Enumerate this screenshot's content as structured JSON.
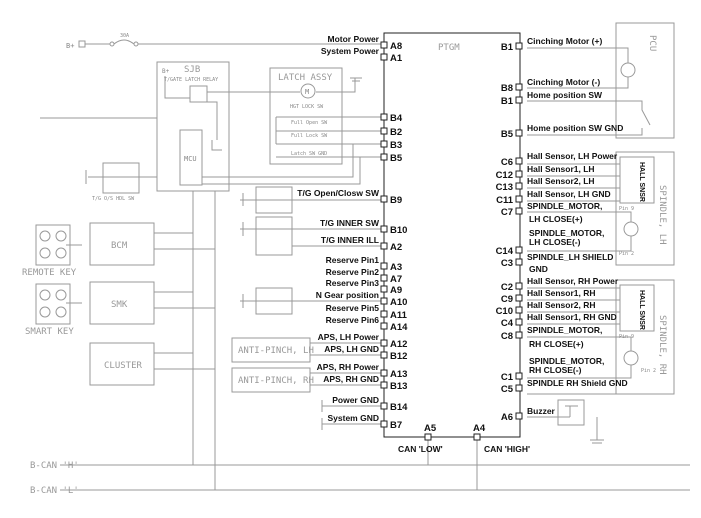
{
  "module": {
    "name": "PTGM"
  },
  "supply": {
    "bplus": "B+",
    "fuse": "30A"
  },
  "sjb": {
    "title": "SJB",
    "bplus": "B+",
    "relay": "T/GATE LATCH RELAY",
    "mcu": "MCU"
  },
  "latch": {
    "title": "LATCH ASSY",
    "motor": "M",
    "sw1": "HGT LOCK SW",
    "sw2": "Full Open SW",
    "sw3": "Full Lock SW",
    "sw4": "Latch SW GND"
  },
  "outside_handle": "T/G O/S HDL SW",
  "blocks": {
    "bcm": "BCM",
    "smk": "SMK",
    "cluster": "CLUSTER",
    "remote_key": "REMOTE KEY",
    "smart_key": "SMART KEY",
    "anti_pinch_lh": "ANTI-PINCH, LH",
    "anti_pinch_rh": "ANTI-PINCH, RH"
  },
  "left_pins": [
    {
      "pin": "A8",
      "label": "Motor Power"
    },
    {
      "pin": "A1",
      "label": "System Power"
    },
    {
      "pin": "B4",
      "label": ""
    },
    {
      "pin": "B2",
      "label": ""
    },
    {
      "pin": "B3",
      "label": ""
    },
    {
      "pin": "B5",
      "label": ""
    },
    {
      "pin": "B9",
      "label": "T/G Open/Closw SW"
    },
    {
      "pin": "B10",
      "label": "T/G INNER SW"
    },
    {
      "pin": "A2",
      "label": "T/G INNER ILL"
    },
    {
      "pin": "A3",
      "label": "Reserve Pin1"
    },
    {
      "pin": "A7",
      "label": "Reserve Pin2"
    },
    {
      "pin": "A9",
      "label": "Reserve Pin3"
    },
    {
      "pin": "A10",
      "label": "N Gear position"
    },
    {
      "pin": "A11",
      "label": "Reserve Pin5"
    },
    {
      "pin": "A14",
      "label": "Reserve Pin6"
    },
    {
      "pin": "A12",
      "label": "APS, LH Power"
    },
    {
      "pin": "B12",
      "label": "APS, LH GND"
    },
    {
      "pin": "A13",
      "label": "APS, RH Power"
    },
    {
      "pin": "B13",
      "label": "APS, RH GND"
    },
    {
      "pin": "B14",
      "label": "Power GND"
    },
    {
      "pin": "B7",
      "label": "System GND"
    }
  ],
  "right_pins": [
    {
      "pin": "B1",
      "label": "Cinching Motor (+)"
    },
    {
      "pin": "B8",
      "label": "Cinching Motor (-)"
    },
    {
      "pin": "B1",
      "label": "Home position SW"
    },
    {
      "pin": "B5",
      "label": "Home position SW GND"
    },
    {
      "pin": "C6",
      "label": "Hall Sensor, LH Power"
    },
    {
      "pin": "C12",
      "label": "Hall Sensor1, LH"
    },
    {
      "pin": "C13",
      "label": "Hall Sensor2, LH"
    },
    {
      "pin": "C11",
      "label": "Hall Sensor, LH GND"
    },
    {
      "pin": "C7",
      "label": "SPINDLE_MOTOR,"
    },
    {
      "pin": "C14",
      "label": ""
    },
    {
      "pin": "C3",
      "label": "SPINDLE_LH SHIELD"
    },
    {
      "pin": "C2",
      "label": "Hall Sensor, RH Power"
    },
    {
      "pin": "C9",
      "label": "Hall Sensor1, RH"
    },
    {
      "pin": "C10",
      "label": "Hall Sensor2, RH"
    },
    {
      "pin": "C4",
      "label": "Hall Sensor1, RH GND"
    },
    {
      "pin": "C8",
      "label": "SPINDLE_MOTOR,"
    },
    {
      "pin": "C1",
      "label": ""
    },
    {
      "pin": "C5",
      "label": "SPINDLE RH Shield GND"
    },
    {
      "pin": "A6",
      "label": "Buzzer"
    }
  ],
  "extra_labels": {
    "lh_close_plus": "LH CLOSE(+)",
    "lh_sm2": "SPINDLE_MOTOR,",
    "lh_close_minus": "LH CLOSE(-)",
    "lh_gnd": "GND",
    "rh_close_plus": "RH CLOSE(+)",
    "rh_sm2": "SPINDLE_MOTOR,",
    "rh_close_minus": "RH CLOSE(-)"
  },
  "bottom_pins": [
    {
      "pin": "A5",
      "label": "CAN 'LOW'"
    },
    {
      "pin": "A4",
      "label": "CAN 'HIGH'"
    }
  ],
  "components": {
    "pcu": "PCU",
    "spindle_lh": "SPINDLE, LH",
    "spindle_rh": "SPINDLE, RH",
    "hall_snsr": "HALL SNSR",
    "pin9": "Pin 9",
    "pin2": "Pin 2"
  },
  "bus": {
    "can_h": "B-CAN 'H'",
    "can_l": "B-CAN 'L'"
  }
}
